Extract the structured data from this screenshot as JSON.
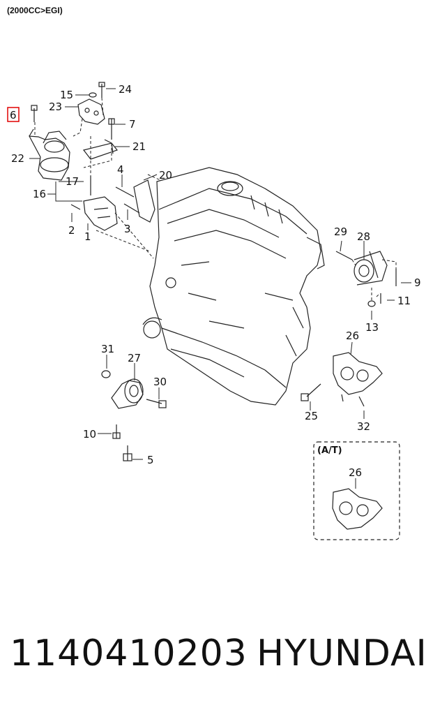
{
  "header": {
    "variant": "(2000CC>EGI)"
  },
  "highlight_color": "#e00000",
  "callouts": {
    "c1": "1",
    "c2": "2",
    "c3": "3",
    "c4": "4",
    "c5": "5",
    "c6": "6",
    "c7": "7",
    "c9": "9",
    "c10": "10",
    "c11": "11",
    "c13": "13",
    "c15": "15",
    "c16": "16",
    "c17": "17",
    "c20": "20",
    "c21": "21",
    "c22": "22",
    "c23": "23",
    "c24": "24",
    "c25": "25",
    "c26": "26",
    "c26b": "26",
    "c27": "27",
    "c28": "28",
    "c29": "29",
    "c30": "30",
    "c31": "31",
    "c32": "32"
  },
  "inset": {
    "label": "(A/T)"
  },
  "footer": {
    "part_number": "1140410203",
    "brand": "HYUNDAI"
  }
}
